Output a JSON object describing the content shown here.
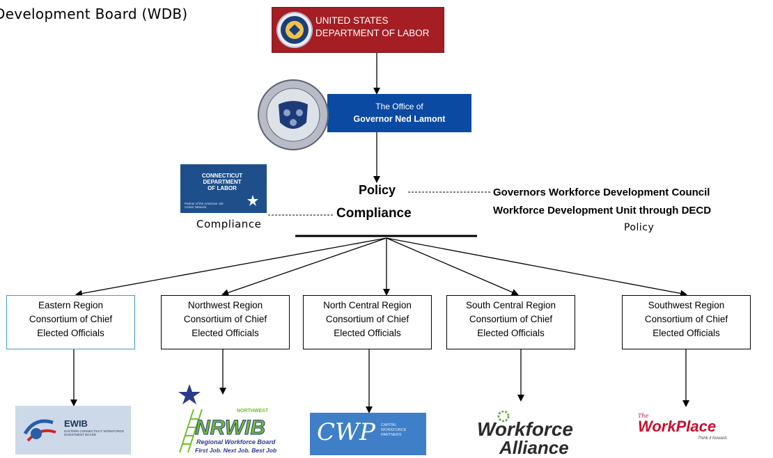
{
  "title": "Development Board (WDB)",
  "dol": {
    "line1": "UNITED STATES",
    "line2": "DEPARTMENT OF LABOR"
  },
  "governor": {
    "line1": "The Office of",
    "line2": "Governor Ned Lamont"
  },
  "ctdol": {
    "line1": "CONNECTICUT",
    "line2": "DEPARTMENT",
    "line3": "OF LABOR",
    "sub": "Partner of the American Job Center Network"
  },
  "labels": {
    "policy_center": "Policy",
    "compliance_center": "Compliance",
    "compliance_left": "Compliance",
    "council_1": "Governors Workforce Development Council",
    "council_2": "Workforce Development Unit through DECD",
    "policy_right": "Policy"
  },
  "regions": [
    {
      "name": "Eastern Region",
      "line2": "Consortium of Chief",
      "line3": "Elected Officials"
    },
    {
      "name": "Northwest Region",
      "line2": "Consortium of Chief",
      "line3": "Elected Officials"
    },
    {
      "name": "North Central Region",
      "line2": "Consortium of Chief",
      "line3": "Elected Officials"
    },
    {
      "name": "South Central Region",
      "line2": "Consortium of Chief",
      "line3": "Elected Officials"
    },
    {
      "name": "Southwest Region",
      "line2": "Consortium of Chief",
      "line3": "Elected Officials"
    }
  ],
  "logos": {
    "ewib": {
      "name": "EWIB",
      "sub": "EASTERN CONNECTICUT WORKFORCE INVESTMENT BOARD"
    },
    "nrwib": {
      "top": "NORTHWEST",
      "mark": "NRWIB",
      "line1": "Regional Workforce Board",
      "line2": "First Job. Next Job. Best Job"
    },
    "cwp": {
      "mark": "CWP",
      "sub": "CAPITAL WORKFORCE PARTNERS"
    },
    "wfa": {
      "line1": "Workforce",
      "line2": "Alliance"
    },
    "workplace": {
      "pre": "The",
      "mark": "WorkPlace",
      "tag": "Think it forward."
    }
  },
  "colors": {
    "dol_red": "#a41e23",
    "governor_blue": "#0b4aa2",
    "ctdol_blue": "#1e4f8a",
    "eastern_border": "#3d9ad6",
    "nrwib_green": "#6fbf2a",
    "workplace_red": "#c8102e",
    "cwp_blue": "#3f7fc7"
  }
}
